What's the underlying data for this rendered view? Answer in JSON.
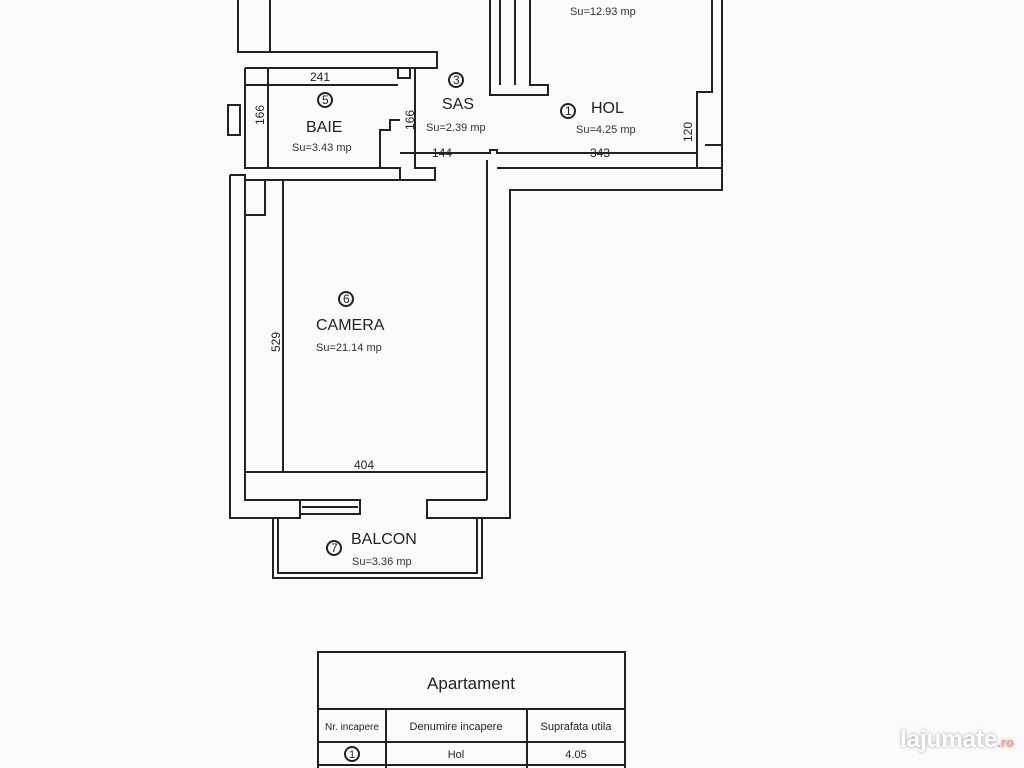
{
  "plan": {
    "rooms": [
      {
        "num": "1",
        "name": "HOL",
        "area": "Su=4.25 mp"
      },
      {
        "num": "3",
        "name": "SAS",
        "area": "Su=2.39 mp"
      },
      {
        "num": "5",
        "name": "BAIE",
        "area": "Su=3.43 mp"
      },
      {
        "num": "6",
        "name": "CAMERA",
        "area": "Su=21.14 mp"
      },
      {
        "num": "7",
        "name": "BALCON",
        "area": "Su=3.36 mp"
      }
    ],
    "top_room_area": "Su=12.93 mp",
    "dimensions": {
      "baie_width": "241",
      "baie_height": "166",
      "sas_height": "166",
      "sas_width": "144",
      "hol_width": "343",
      "hol_height": "120",
      "camera_height": "529",
      "camera_width": "404"
    }
  },
  "table": {
    "title": "Apartament",
    "headers": [
      "Nr. incapere",
      "Denumire incapere",
      "Suprafata utila"
    ],
    "rows": [
      {
        "num": "1",
        "name": "Hol",
        "area": "4.05"
      }
    ]
  },
  "watermark": {
    "brand": "lajumate",
    "tld": ".ro"
  }
}
